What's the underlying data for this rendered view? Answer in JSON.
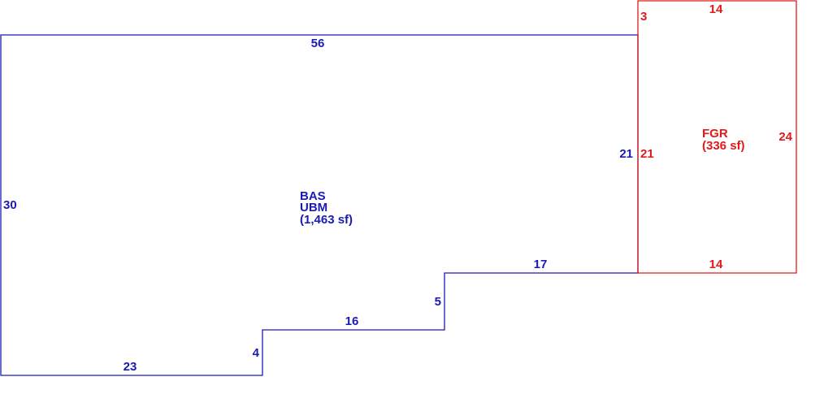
{
  "colors": {
    "main": "#1a1ab4",
    "garage": "#e01a1a",
    "background": "#ffffff"
  },
  "main_area": {
    "label_line1": "BAS",
    "label_line2": "UBM",
    "label_line3": "(1,463 sf)",
    "dimensions": {
      "top": "56",
      "left": "30",
      "bottom_left": "23",
      "step_low_riser": "4",
      "step_low_run": "16",
      "step_high_riser": "5",
      "step_high_run": "17",
      "right": "21"
    }
  },
  "garage_area": {
    "label_line1": "FGR",
    "label_line2": "(336 sf)",
    "dimensions": {
      "top_offset": "3",
      "top": "14",
      "right": "24",
      "left": "21",
      "bottom": "14"
    }
  }
}
